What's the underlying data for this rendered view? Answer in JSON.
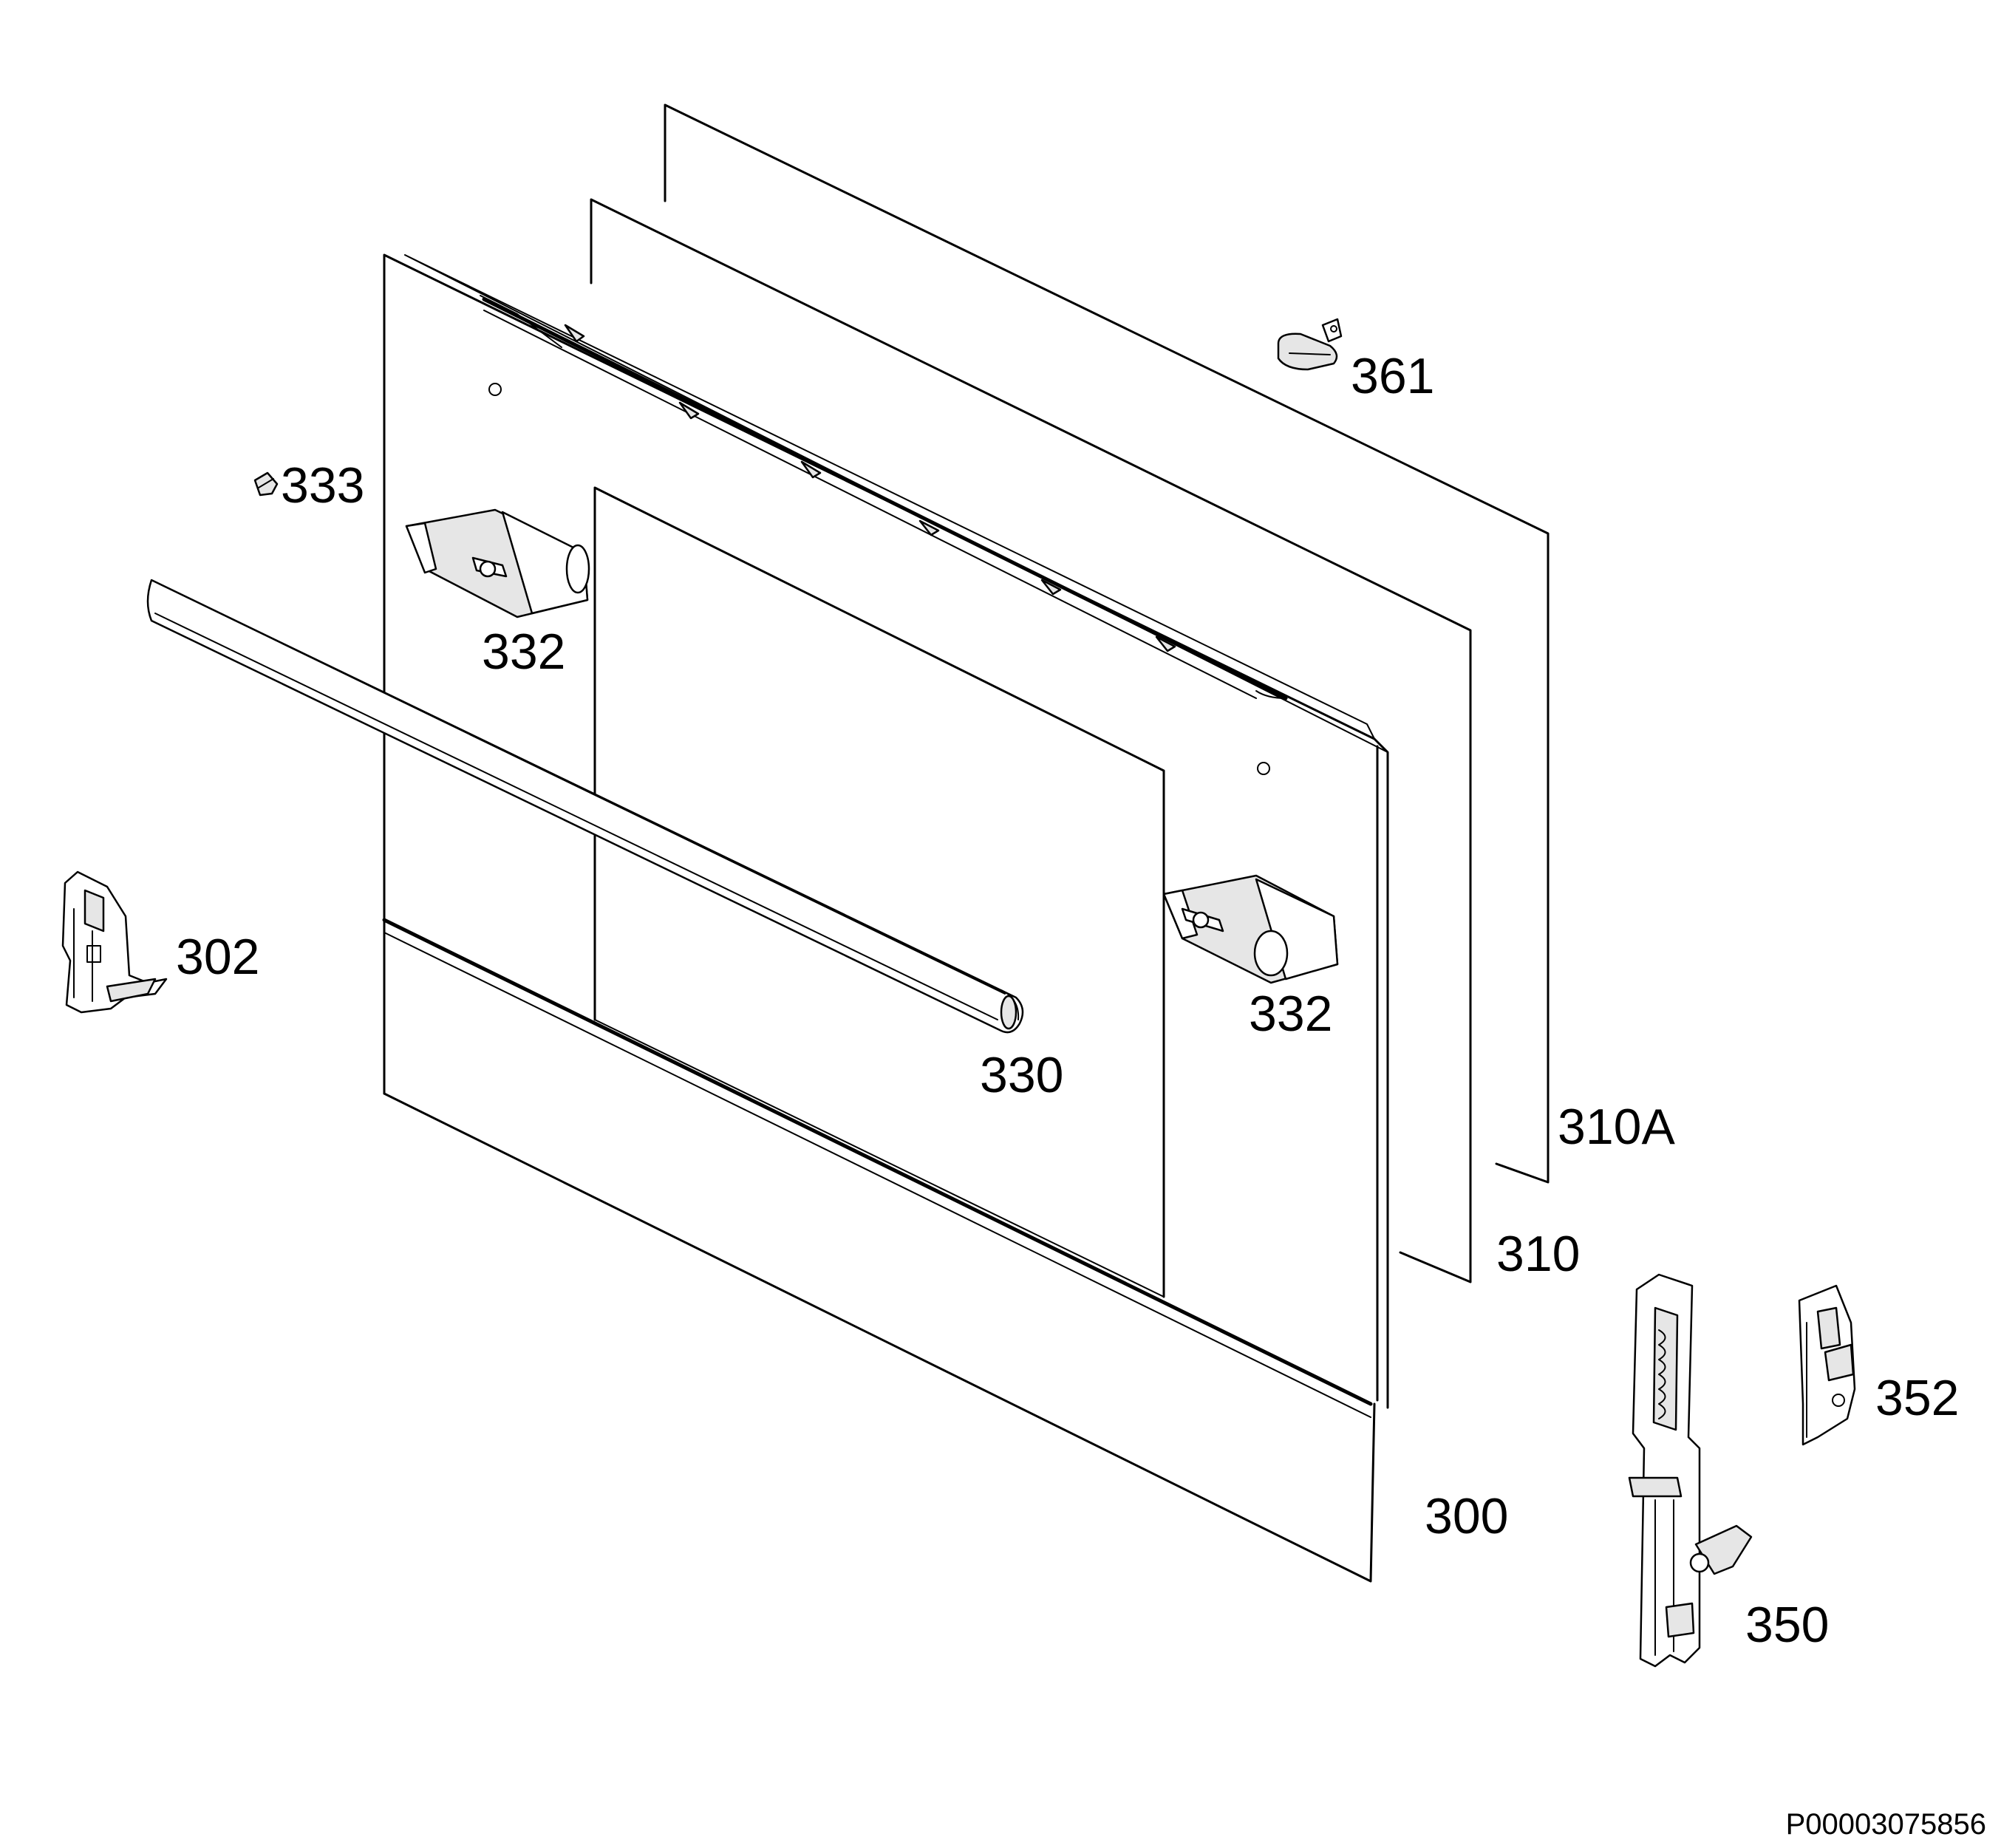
{
  "labels": {
    "p300": "300",
    "p302": "302",
    "p310": "310",
    "p310a": "310A",
    "p330": "330",
    "p332_left": "332",
    "p332_right": "332",
    "p333": "333",
    "p350": "350",
    "p352": "352",
    "p361": "361"
  },
  "drawing_code": "P00003075856"
}
